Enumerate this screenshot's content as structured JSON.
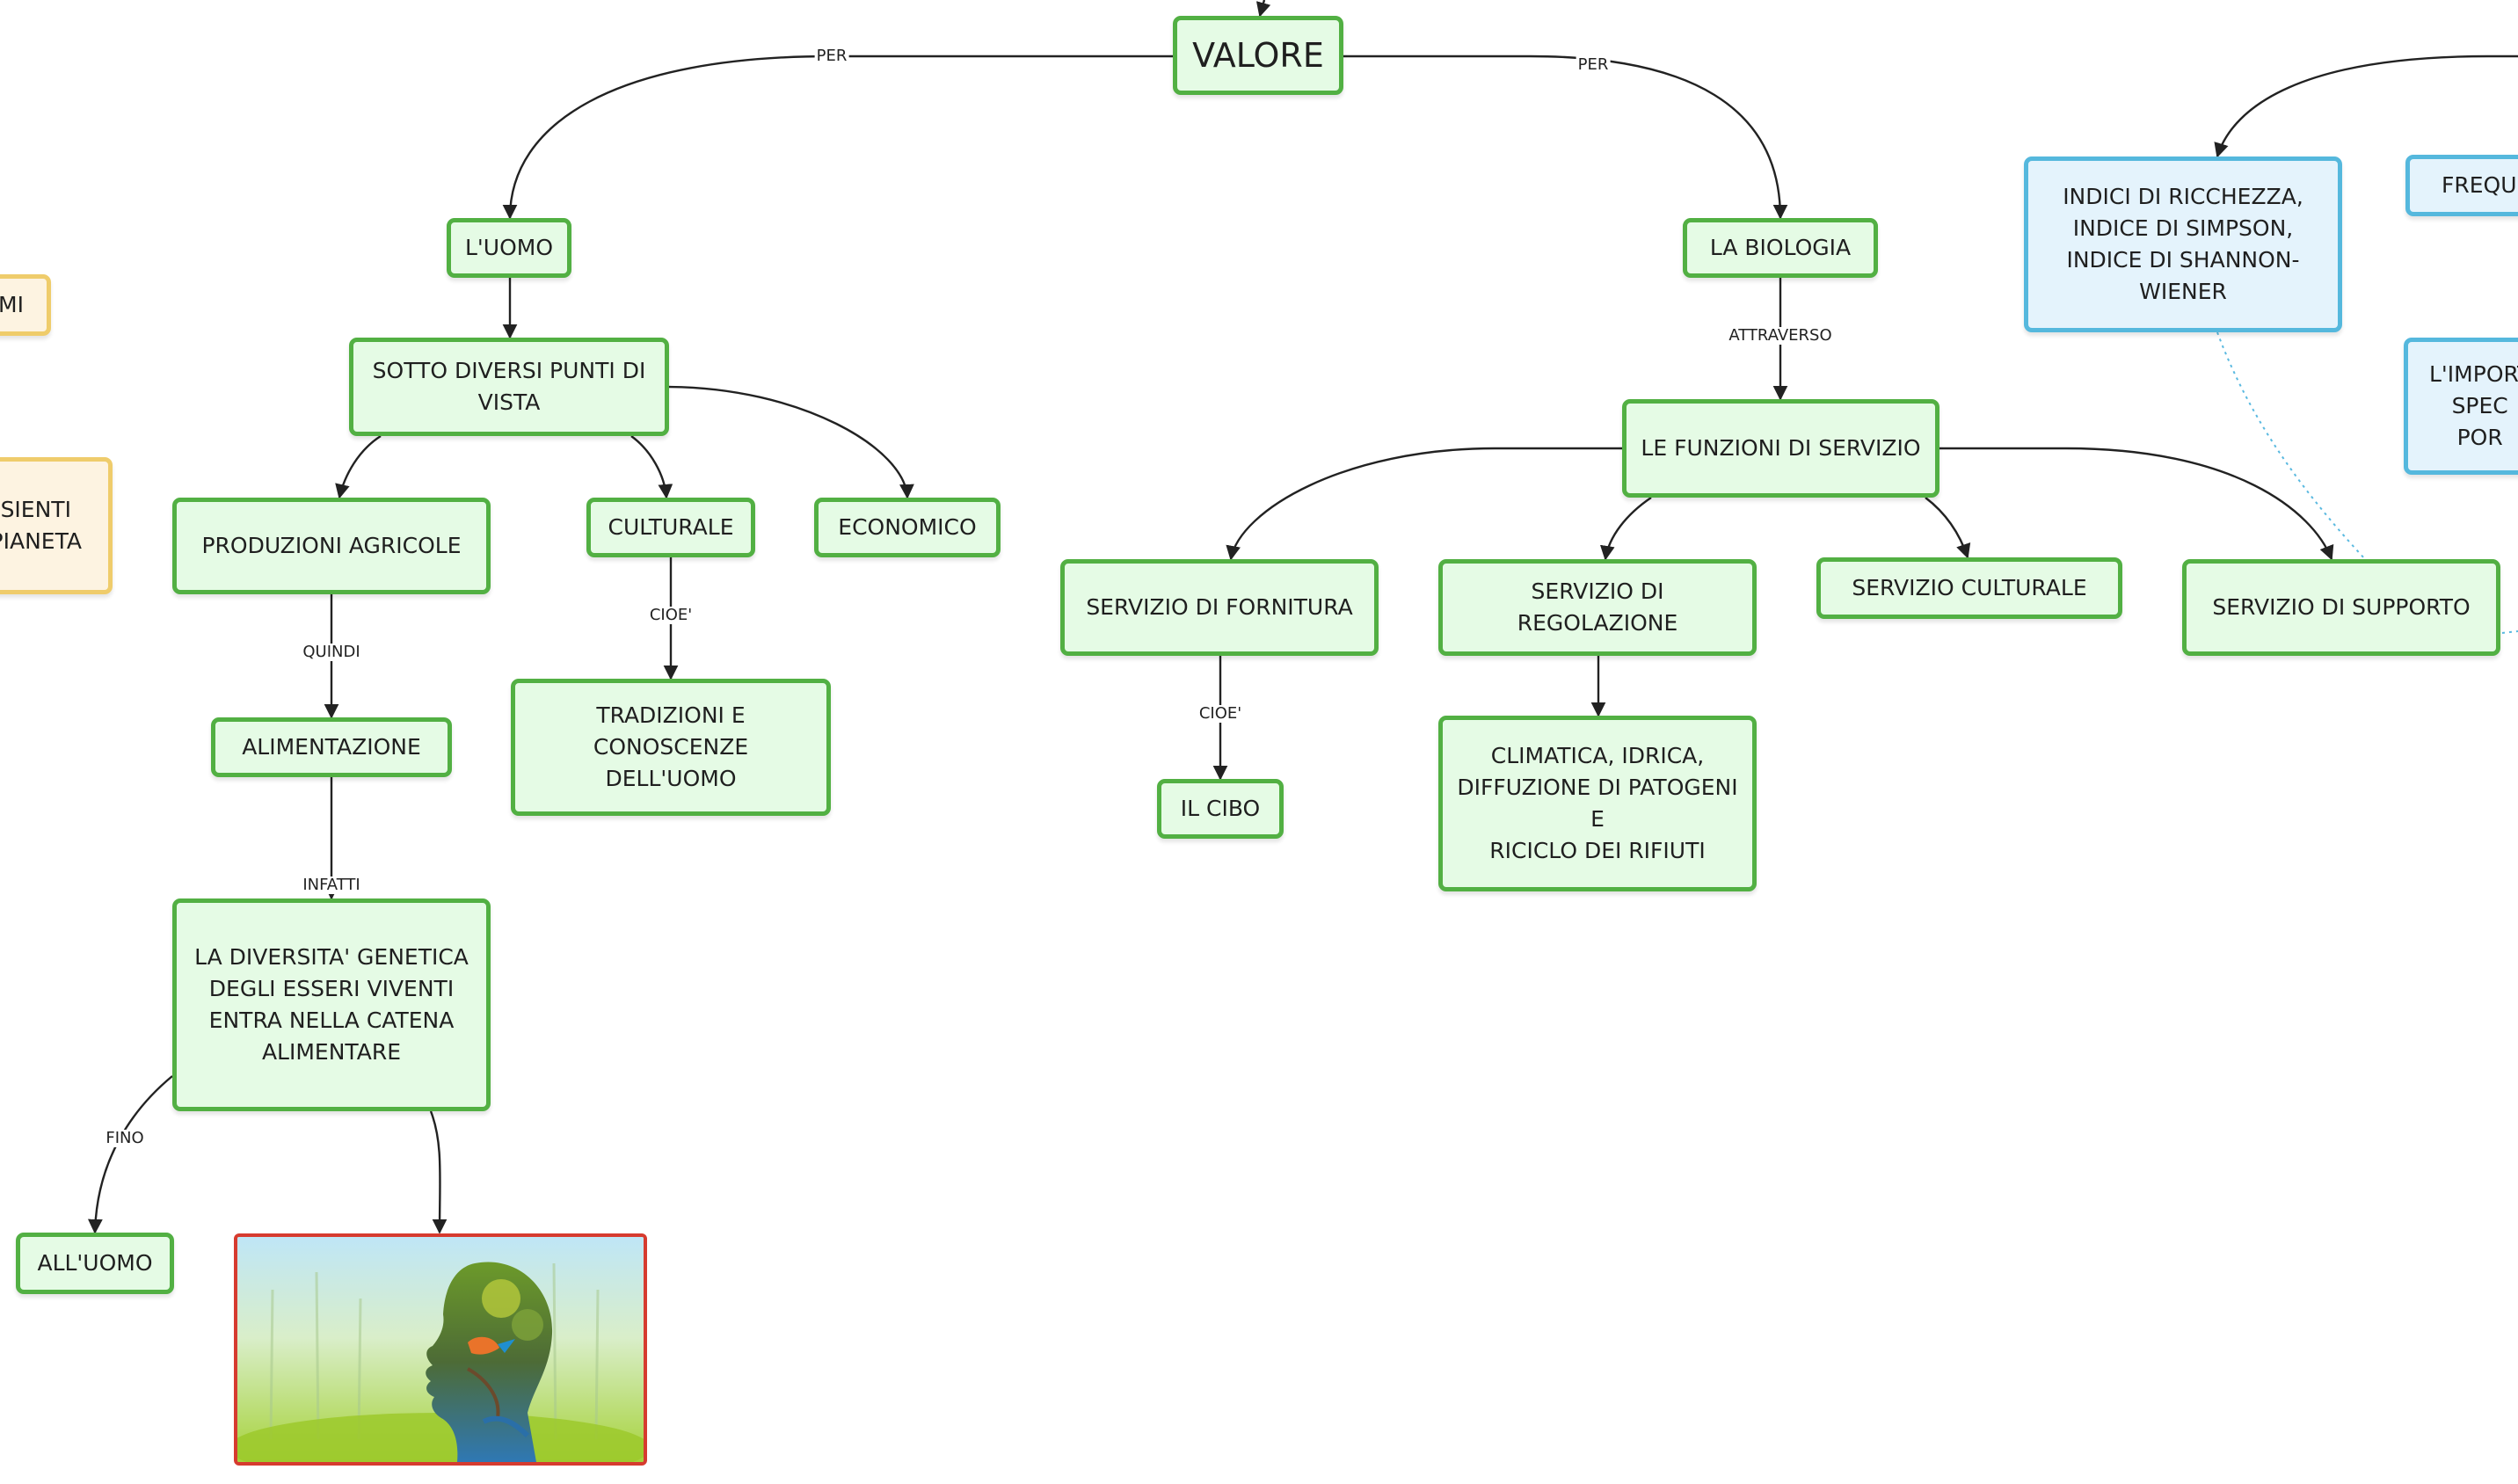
{
  "nodes": {
    "valore": "VALORE",
    "luomo": "L'UOMO",
    "biologia": "LA BIOLOGIA",
    "sotto": [
      "SOTTO DIVERSI PUNTI DI",
      "VISTA"
    ],
    "produzioni": "PRODUZIONI AGRICOLE",
    "culturale": "CULTURALE",
    "economico": "ECONOMICO",
    "alimentazione": "ALIMENTAZIONE",
    "tradizioni": [
      "TRADIZIONI E CONOSCENZE",
      "DELL'UOMO"
    ],
    "diversita": [
      "LA DIVERSITA' GENETICA",
      "DEGLI ESSERI VIVENTI",
      "ENTRA NELLA CATENA",
      "ALIMENTARE"
    ],
    "alluomo": "ALL'UOMO",
    "funzioni": "LE FUNZIONI DI SERVIZIO",
    "fornitura": "SERVIZIO DI FORNITURA",
    "regolazione": "SERVIZIO DI REGOLAZIONE",
    "serv_culturale": "SERVIZIO CULTURALE",
    "supporto": "SERVIZIO DI SUPPORTO",
    "cibo": "IL CIBO",
    "climatica": [
      "CLIMATICA, IDRICA,",
      "DIFFUZIONE DI PATOGENI E",
      "RICICLO DEI RIFIUTI"
    ],
    "indici": [
      "INDICI DI RICCHEZZA,",
      "INDICE DI SIMPSON,",
      "INDICE DI SHANNON-",
      "WIENER"
    ],
    "frequ": "FREQU",
    "import": [
      "L'IMPORT",
      "SPEC",
      "POR"
    ],
    "mi": "MI",
    "sienti": [
      "SIENTI",
      "PIANETA"
    ]
  },
  "edge_labels": {
    "per_left": "PER",
    "per_right": "PER",
    "attraverso": "ATTRAVERSO",
    "cioe_culturale": "CIOE'",
    "quindi": "QUINDI",
    "cioe_fornitura": "CIOE'",
    "infatti": "INFATTI",
    "fino": "FINO"
  },
  "image": {
    "icon": "nature-human-silhouette-photo"
  },
  "colors": {
    "green_border": "#52b043",
    "green_fill": "#e5fbe5",
    "blue_border": "#55b8dd",
    "blue_fill": "#e4f3fc",
    "yellow_border": "#efcc6b",
    "yellow_fill": "#fdf3e1",
    "image_border": "#d63b2f"
  }
}
